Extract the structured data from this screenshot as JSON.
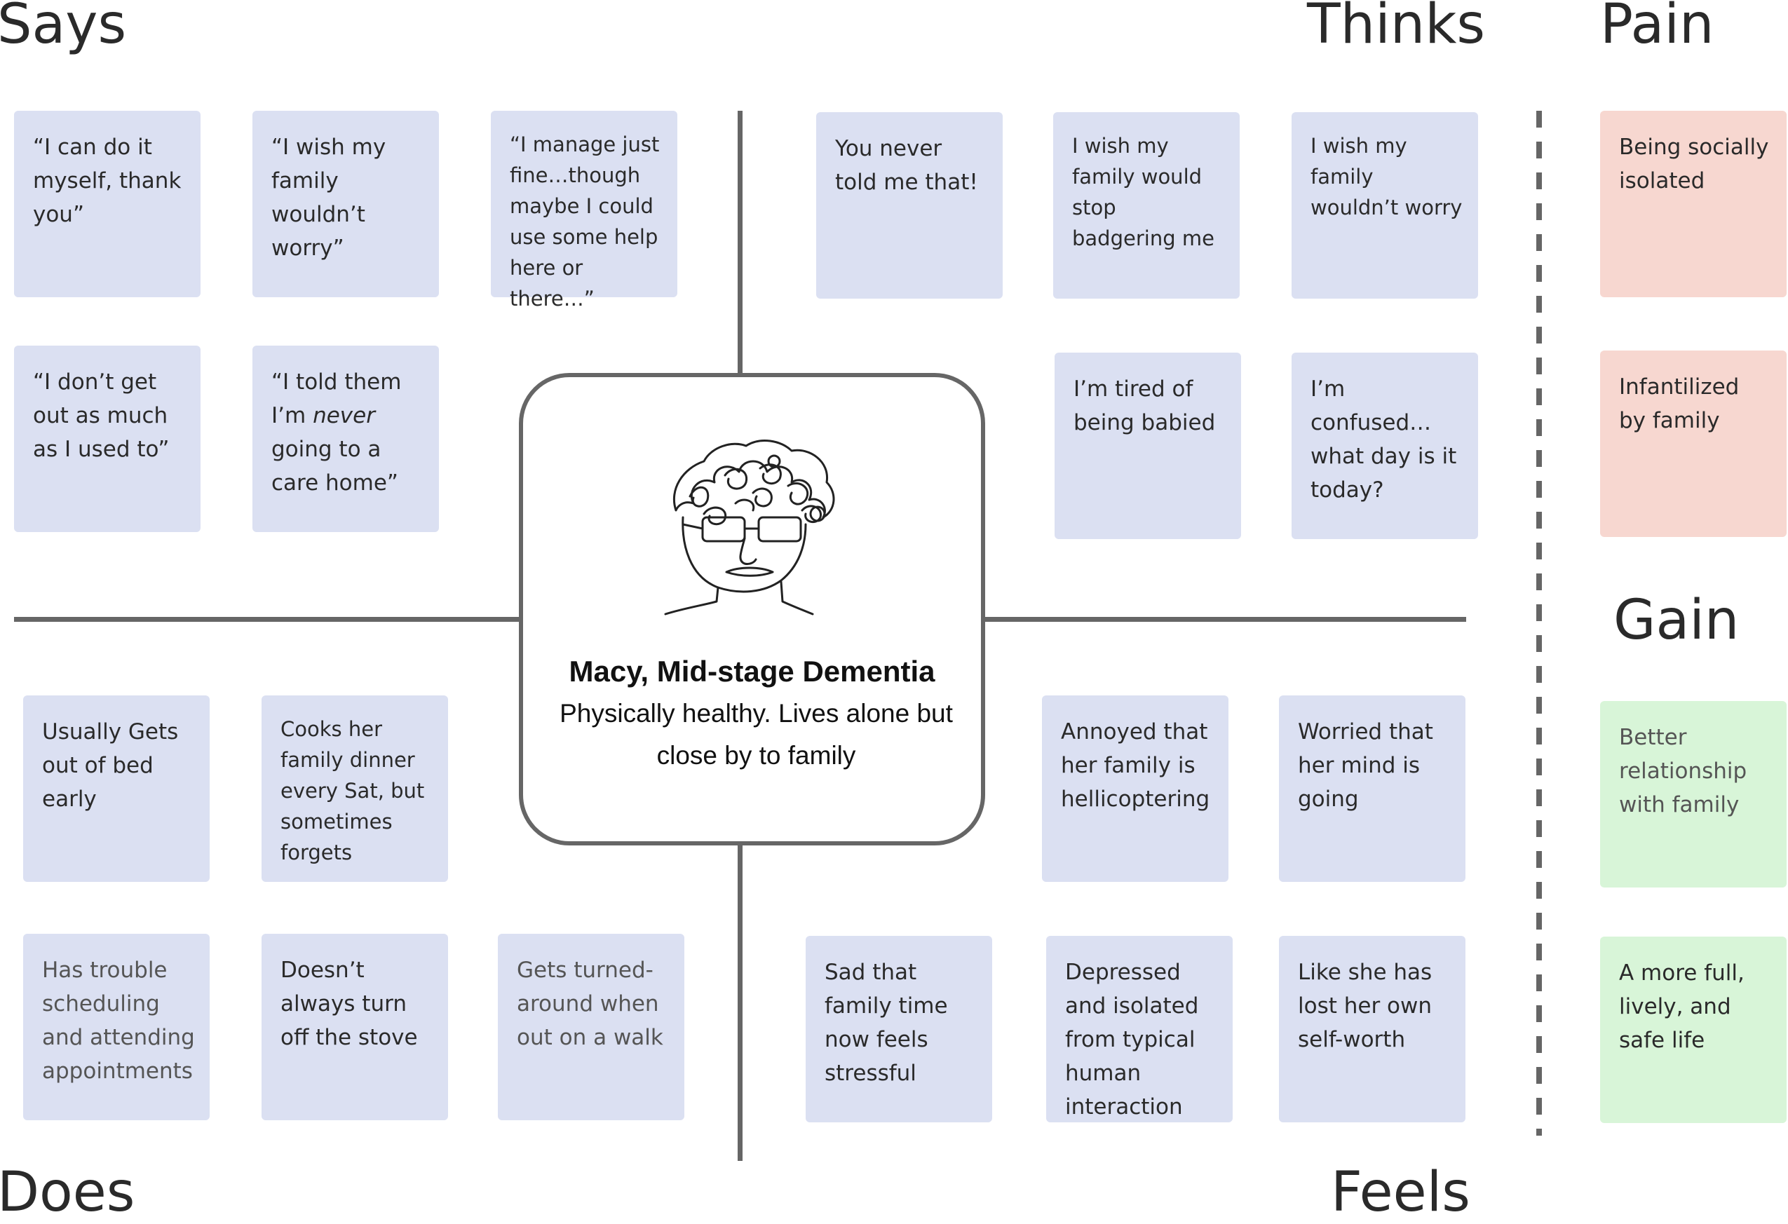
{
  "labels": {
    "says": "Says",
    "thinks": "Thinks",
    "does": "Does",
    "feels": "Feels",
    "pain": "Pain",
    "gain": "Gain"
  },
  "persona": {
    "name": "Macy, Mid-stage Dementia",
    "description": "Physically healthy. Lives alone but close by to family",
    "avatar_icon": "line-drawing-portrait-icon"
  },
  "says": [
    {
      "pre": "“I can do it myself, thank you”"
    },
    {
      "pre": "“I wish my family wouldn’t worry”"
    },
    {
      "pre": "“I manage just fine…though maybe I could use some help here or there…”"
    },
    {
      "pre": "“I don’t get out as much as I used to”"
    },
    {
      "pre": "“I told them I’m ",
      "em": "never",
      "post": " going to a care home”"
    }
  ],
  "thinks": [
    "You never told me that!",
    "I wish my family would stop badgering me",
    "I wish my family wouldn’t worry",
    "I’m tired of being babied",
    "I’m confused… what day is it today?"
  ],
  "does": [
    "Usually Gets out of bed early",
    "Cooks her family dinner every Sat, but sometimes forgets",
    "Has trouble scheduling and attending appointments",
    "Doesn’t always turn off the stove",
    "Gets turned-around when out on a walk"
  ],
  "feels": [
    "Annoyed that her family is hellicoptering",
    "Worried that her mind is going",
    "Sad that family time now feels stressful",
    "Depressed and isolated from typical human interaction",
    "Like she has lost her own self-worth"
  ],
  "pain": [
    "Being socially isolated",
    "Infantilized by family"
  ],
  "gain": [
    "Better relationship with family",
    "A more full, lively, and safe life"
  ],
  "colors": {
    "note": "#dbe0f2",
    "pain": "#f7d7d0",
    "gain": "#d8f5d8",
    "lines": "#666666"
  }
}
